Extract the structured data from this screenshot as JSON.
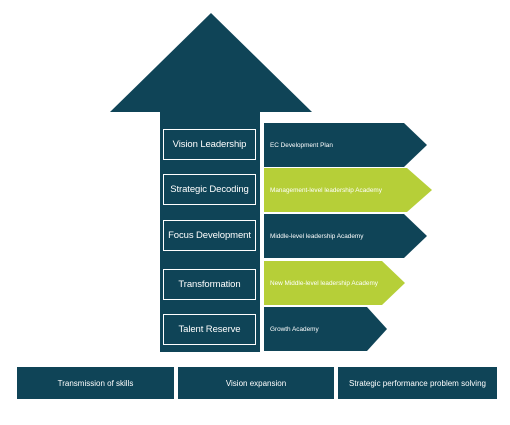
{
  "colors": {
    "dark_teal": "#0f4457",
    "lime": "#b6cf38",
    "white": "#ffffff"
  },
  "stages": [
    {
      "label": "Vision Leadership"
    },
    {
      "label": "Strategic Decoding"
    },
    {
      "label": "Focus Development"
    },
    {
      "label": "Transformation"
    },
    {
      "label": "Talent Reserve"
    }
  ],
  "programs": [
    {
      "label": "EC Development Plan",
      "color": "#0f4457"
    },
    {
      "label": "Management-level leadership Academy",
      "color": "#b6cf38"
    },
    {
      "label": "Middle-level leadership Academy",
      "color": "#0f4457"
    },
    {
      "label": "New Middle-level leadership Academy",
      "color": "#b6cf38"
    },
    {
      "label": "Growth Academy",
      "color": "#0f4457"
    }
  ],
  "bottom": [
    {
      "label": "Transmission of skills"
    },
    {
      "label": "Vision expansion"
    },
    {
      "label": "Strategic performance problem solving"
    }
  ]
}
